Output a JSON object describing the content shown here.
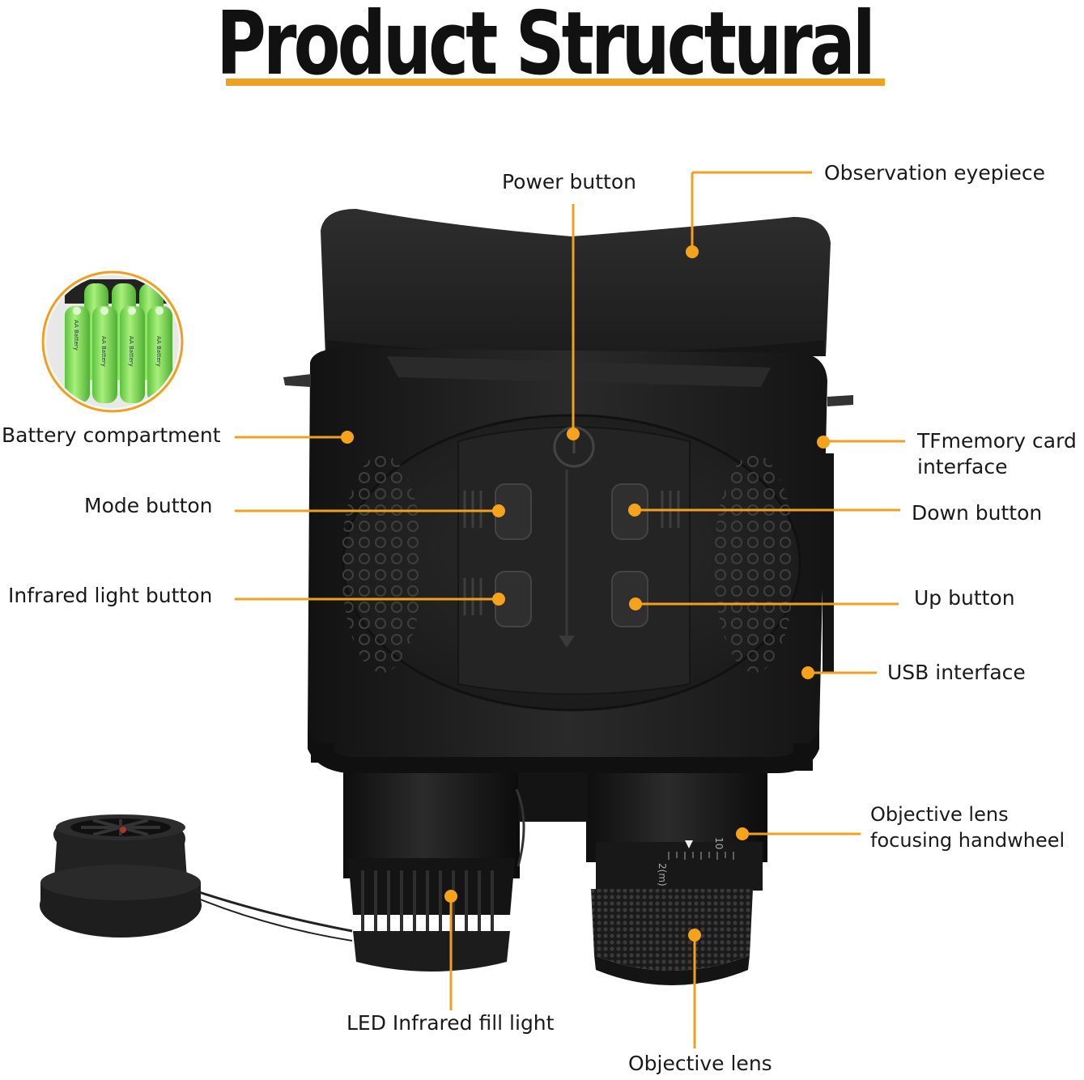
{
  "title": "Product Structural",
  "colors": {
    "accent": "#f0a020",
    "device_body": "#1b1b1b",
    "battery_green": "#7fe05a"
  },
  "callouts": [
    {
      "id": "power-button",
      "label": "Power button"
    },
    {
      "id": "observation-eyepiece",
      "label": "Observation eyepiece"
    },
    {
      "id": "battery-compartment",
      "label": "Battery compartment"
    },
    {
      "id": "tf-memory-card-interface",
      "label": "TFmemory card\ninterface"
    },
    {
      "id": "mode-button",
      "label": "Mode button"
    },
    {
      "id": "down-button",
      "label": "Down button"
    },
    {
      "id": "infrared-light-button",
      "label": "Infrared light button"
    },
    {
      "id": "up-button",
      "label": "Up button"
    },
    {
      "id": "usb-interface",
      "label": "USB interface"
    },
    {
      "id": "objective-lens-focusing-handwheel",
      "label": "Objective lens\nfocusing handwheel"
    },
    {
      "id": "led-infrared-fill-light",
      "label": "LED Infrared fill light"
    },
    {
      "id": "objective-lens",
      "label": "Objective lens"
    }
  ],
  "battery_text": "AA Battery",
  "focus_scale": [
    "10",
    "2(m)"
  ]
}
